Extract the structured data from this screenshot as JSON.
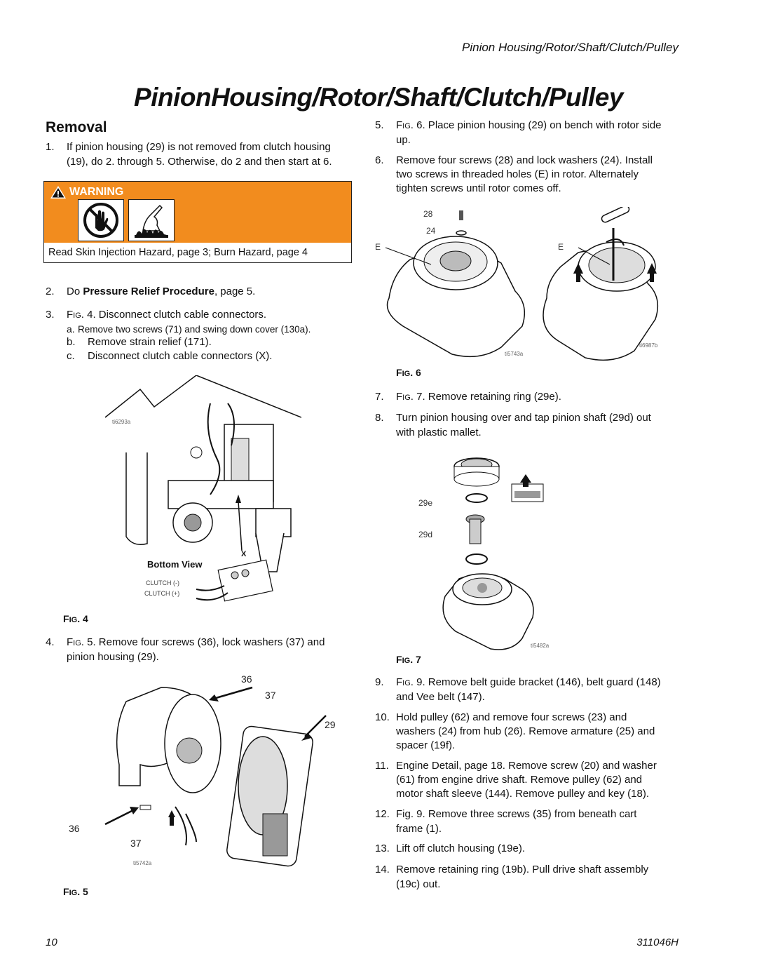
{
  "header": {
    "running_title": "Pinion Housing/Rotor/Shaft/Clutch/Pulley"
  },
  "title": "PinionHousing/Rotor/Shaft/Clutch/Pulley",
  "section": "Removal",
  "warning": {
    "title": "WARNING",
    "message": "Read Skin Injection Hazard, page 3; Burn Hazard, page 4",
    "icons": [
      "no-hand-injection-icon",
      "burn-hazard-icon"
    ]
  },
  "left_steps": {
    "s1_num": "1.",
    "s1_line1": "If pinion housing (29) is not removed from clutch housing",
    "s1_line2": "(19), do 2. through 5. Otherwise, do 2 and then start at 6.",
    "s2_num": "2.",
    "s2_pre": "Do ",
    "s2_bold": "Pressure Relief Procedure",
    "s2_post": ", page 5.",
    "s3_num": "3.",
    "s3_fig": "F",
    "s3_fig_sc": "IG",
    "s3_text": ". 4. Disconnect clutch cable connectors.",
    "s3a_num": "a.",
    "s3a_text": "Remove two screws (71) and swing down cover (130a).",
    "s3b_num": "b.",
    "s3b_text": "Remove strain relief (171).",
    "s3c_num": "c.",
    "s3c_text": "Disconnect clutch cable connectors (X).",
    "s4_num": "4.",
    "s4_fig": "F",
    "s4_fig_sc": "IG",
    "s4_line1": ". 5. Remove four screws (36), lock washers (37) and",
    "s4_line2": "pinion housing (29)."
  },
  "right_steps": {
    "s5_num": "5.",
    "s5_fig": "F",
    "s5_fig_sc": "IG",
    "s5_line1": ". 6. Place pinion housing (29) on bench with rotor side",
    "s5_line2": "up.",
    "s6_num": "6.",
    "s6_line1": "Remove four screws (28) and lock washers (24). Install",
    "s6_line2": "two screws in threaded holes (E) in rotor. Alternately",
    "s6_line3": "tighten screws until rotor comes off.",
    "s7_num": "7.",
    "s7_fig": "F",
    "s7_fig_sc": "IG",
    "s7_text": ". 7. Remove retaining ring (29e).",
    "s8_num": "8.",
    "s8_line1": "Turn pinion housing over and tap pinion shaft (29d) out",
    "s8_line2": "with plastic mallet.",
    "s9_num": "9.",
    "s9_fig": "F",
    "s9_fig_sc": "IG",
    "s9_line1": ". 9. Remove belt guide bracket (146), belt guard (148)",
    "s9_line2": "and Vee belt (147).",
    "s10_num": "10.",
    "s10_line1": "Hold pulley (62) and remove four screws (23) and",
    "s10_line2": "washers (24) from hub (26). Remove armature (25) and",
    "s10_line3": "spacer (19f).",
    "s11_num": "11.",
    "s11_line1": "Engine Detail, page 18. Remove screw (20) and washer",
    "s11_line2": "(61) from engine drive shaft. Remove pulley (62) and",
    "s11_line3": "motor shaft sleeve (144). Remove pulley and key (18).",
    "s12_num": "12.",
    "s12_line1": "Fig. 9. Remove three screws (35) from beneath cart",
    "s12_line2": "frame (1).",
    "s13_num": "13.",
    "s13_text": "Lift off clutch housing (19e).",
    "s14_num": "14.",
    "s14_line1": "Remove retaining ring (19b). Pull drive shaft assembly",
    "s14_line2": "(19c) out."
  },
  "figures": {
    "fig4": {
      "caption_f": "F",
      "caption_ig": "IG",
      "caption_num": ". 4",
      "code": "ti6293a",
      "bottom_view": "Bottom View",
      "x": "X",
      "clutch_minus": "CLUTCH (-)",
      "clutch_plus": "CLUTCH (+)"
    },
    "fig5": {
      "caption_f": "F",
      "caption_ig": "IG",
      "caption_num": ". 5",
      "code": "ti5742a",
      "c36a": "36",
      "c37a": "37",
      "c29": "29",
      "c36b": "36",
      "c37b": "37"
    },
    "fig6": {
      "caption_f": "F",
      "caption_ig": "IG",
      "caption_num": ". 6",
      "code_a": "ti5743a",
      "code_b": "ti6987b",
      "c28": "28",
      "c24": "24",
      "e1": "E",
      "e2": "E"
    },
    "fig7": {
      "caption_f": "F",
      "caption_ig": "IG",
      "caption_num": ". 7",
      "code": "ti5482a",
      "c29e": "29e",
      "c29d": "29d"
    }
  },
  "footer": {
    "page": "10",
    "doc": "311046H"
  }
}
